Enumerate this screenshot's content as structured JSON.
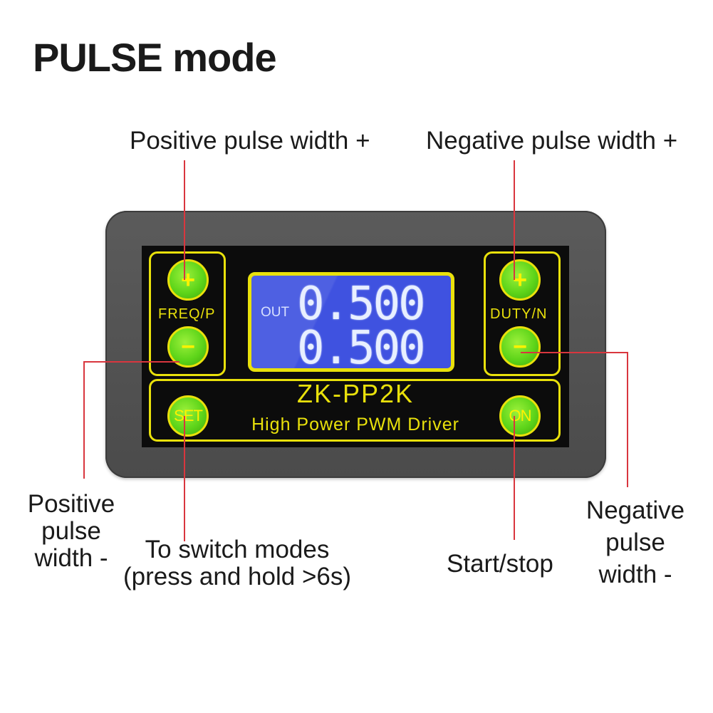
{
  "title": "PULSE mode",
  "labels": {
    "top_left": "Positive pulse width +",
    "top_right": "Negative pulse width +",
    "bottom_left_line1": "Positive",
    "bottom_left_line2": "pulse",
    "bottom_left_line3": "width -",
    "set_line1": "To switch modes",
    "set_line2": "(press and hold >6s)",
    "start_stop": "Start/stop",
    "bottom_right_line1": "Negative",
    "bottom_right_line2": "pulse",
    "bottom_right_line3": "width -"
  },
  "device": {
    "freq_label": "FREQ/P",
    "duty_label": "DUTY/N",
    "plus": "+",
    "minus": "−",
    "set": "SET",
    "on": "ON",
    "lcd_out": "OUT",
    "lcd_value_top": "0.500",
    "lcd_value_bottom": "0.500",
    "model": "ZK-PP2K",
    "subtitle": "High Power PWM Driver"
  },
  "colors": {
    "callout_line": "#d9363e",
    "panel_accent": "#e9e10b",
    "button_green": "#5ed51a",
    "lcd_blue": "#3f52e0"
  }
}
